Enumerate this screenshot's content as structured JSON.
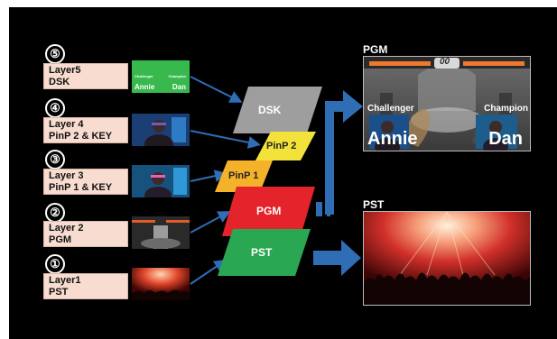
{
  "layers": [
    {
      "number": "⑤",
      "name": "Layer5",
      "role": "DSK",
      "thumb": {
        "challenger": "Challenger",
        "champion": "Champion",
        "left": "Annie",
        "right": "Dan"
      }
    },
    {
      "number": "④",
      "name": "Layer 4",
      "role": "PinP 2 & KEY"
    },
    {
      "number": "③",
      "name": "Layer 3",
      "role": "PinP 1 & KEY"
    },
    {
      "number": "②",
      "name": "Layer 2",
      "role": "PGM"
    },
    {
      "number": "①",
      "name": "Layer1",
      "role": "PST"
    }
  ],
  "stack": {
    "dsk": "DSK",
    "pinp2": "PinP 2",
    "pinp1": "PinP 1",
    "pgm": "PGM",
    "pst": "PST"
  },
  "outputs": {
    "pgm": {
      "title": "PGM",
      "score": "00",
      "challenger": "Challenger",
      "champion": "Champion",
      "left_name": "Annie",
      "right_name": "Dan"
    },
    "pst": {
      "title": "PST"
    }
  },
  "colors": {
    "background": "#000000",
    "layer_box": "#f7dccf",
    "arrow": "#2f6db5",
    "dsk": "#9e9e9e",
    "pinp2": "#f2e23a",
    "pinp1": "#f4b12a",
    "pgm": "#e4232a",
    "pst": "#2aa752"
  }
}
